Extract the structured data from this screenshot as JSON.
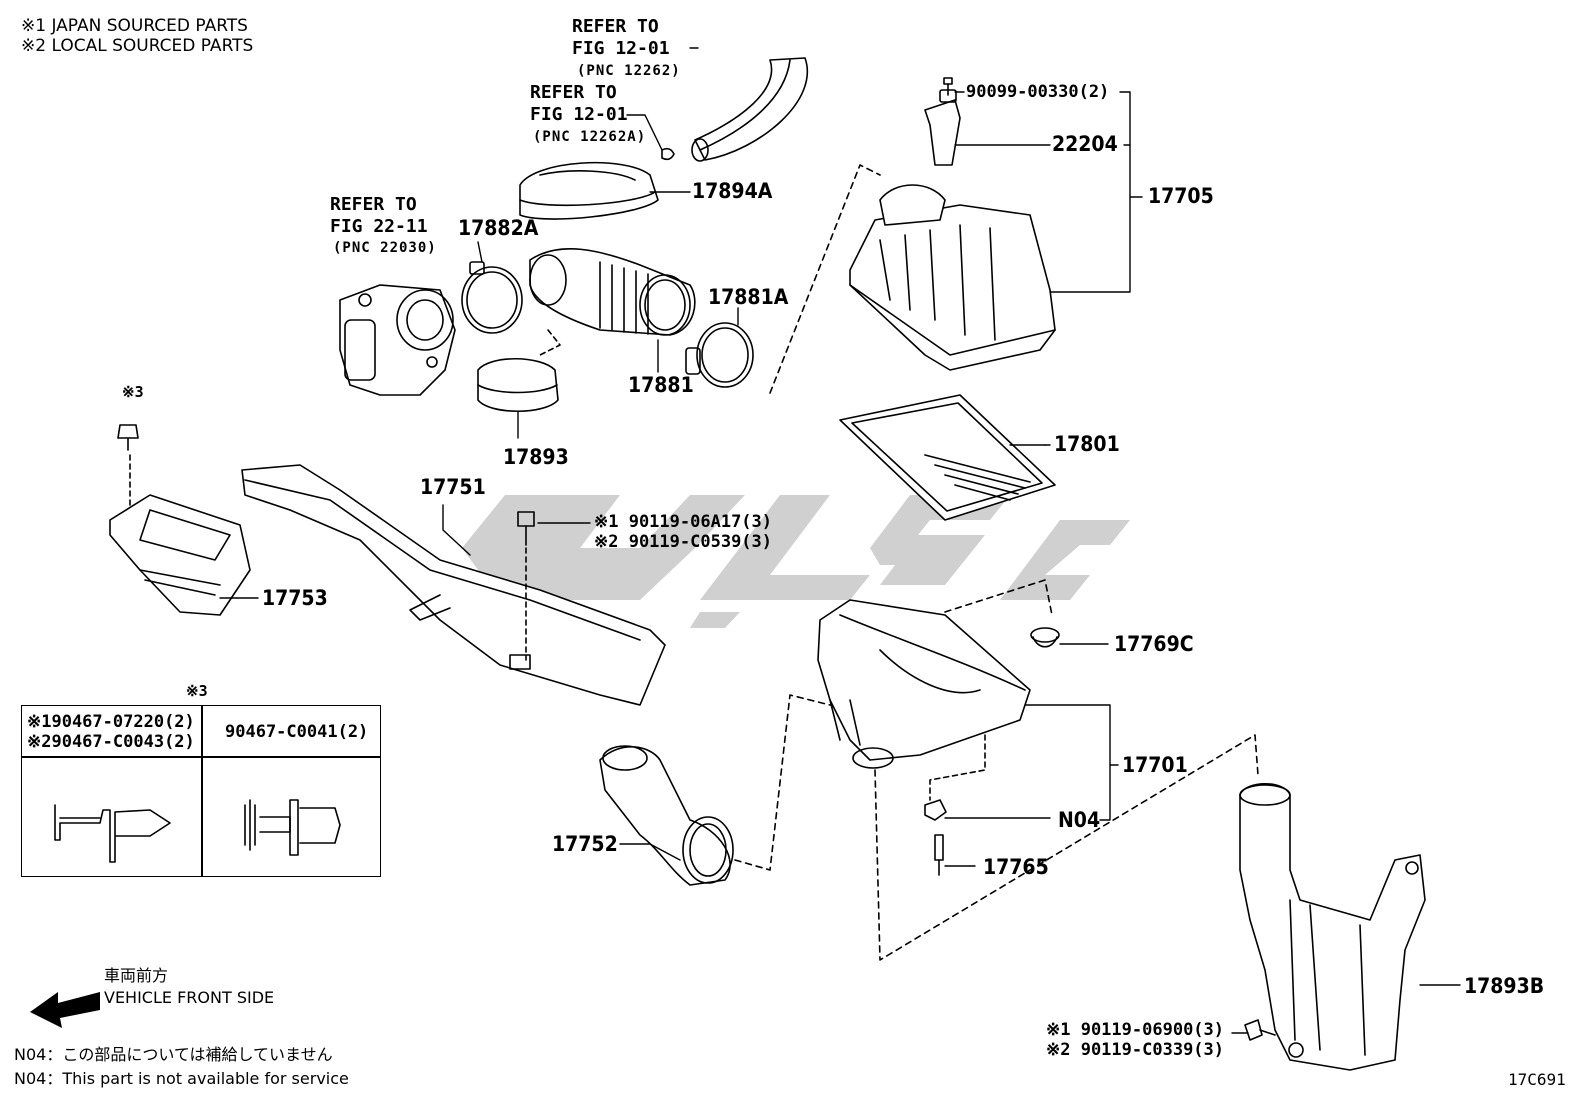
{
  "legend": {
    "line1": "※1  JAPAN SOURCED PARTS",
    "line2": "※2  LOCAL SOURCED PARTS"
  },
  "refs": {
    "ref_a": {
      "l1": "REFER TO",
      "l2": "FIG 12-01",
      "l3": "(PNC 12262)"
    },
    "ref_b": {
      "l1": "REFER TO",
      "l2": "FIG 12-01",
      "l3": "(PNC 12262A)"
    },
    "ref_c": {
      "l1": "REFER TO",
      "l2": "FIG 22-11",
      "l3": "(PNC 22030)"
    }
  },
  "parts": {
    "p90099": "90099-00330(2)",
    "p22204": "22204",
    "p17705": "17705",
    "p17894A": "17894A",
    "p17882A": "17882A",
    "p17881A": "17881A",
    "p17881": "17881",
    "p17893": "17893",
    "p17801": "17801",
    "p17751": "17751",
    "p17753": "17753",
    "bolt_a1": "※1  90119-06A17(3)",
    "bolt_a2": "※2  90119-C0539(3)",
    "p17769C": "17769C",
    "p17701": "17701",
    "pN04": "N04",
    "p17765": "17765",
    "p17752": "17752",
    "p17893B": "17893B",
    "bolt_b1": "※1  90119-06900(3)",
    "bolt_b2": "※2  90119-C0339(3)",
    "mark3_a": "※3",
    "mark3_b": "※3"
  },
  "clip_table": {
    "left_l1": "※190467-07220(2)",
    "left_l2": "※290467-C0043(2)",
    "right": "90467-C0041(2)"
  },
  "direction": {
    "jp": "車両前方",
    "en": "VEHICLE FRONT SIDE"
  },
  "notes": {
    "jp": "N04：この部品については補給していません",
    "en": "N04：This part is not available for service"
  },
  "figure_code": "17C691",
  "colors": {
    "line": "#000000",
    "watermark": "#c8c8c8",
    "background": "#ffffff"
  }
}
